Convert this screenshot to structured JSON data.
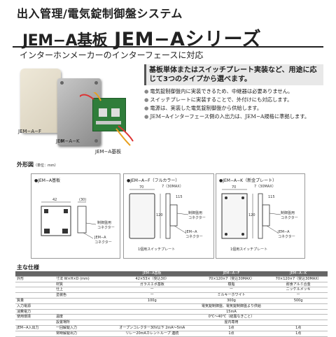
{
  "header": {
    "title": "出入管理/電気錠制御盤システム",
    "model": "JEM−A基板",
    "series": "JEM−Aシリーズ",
    "subtitle": "インターホンメーカーのインターフェースに対応"
  },
  "photo_labels": {
    "jemaf": "JEM−A−F",
    "jemak": "JEM−A−K",
    "board": "JEM−A基板"
  },
  "intro": {
    "headline": "基板単体またはスイッチプレート実装など、用途に応じて3つのタイプから選べます。",
    "bullets": [
      "電気錠制御盤内に実装できるため、中継器は必要ありません。",
      "スイッチプレートに実装することで、外付けにも対応します。",
      "電源は、実装した電気錠制御盤から供給します。",
      "JEM−Aインターフェース側の入出力は、JEM−A規格に準拠します。"
    ]
  },
  "outline": {
    "title": "外形図",
    "unit": "（単位：mm）",
    "d1": {
      "title": "●JEM−A基板",
      "w": "42",
      "d": "(30)",
      "c1": "制御盤用\nコネクター",
      "c2": "JEM−A\nコネクター"
    },
    "d2": {
      "title": "●JEM−A−F（フルカラー）",
      "w": "70",
      "h": "120",
      "t": "7（30MAX）",
      "s": "115",
      "c1": "制御盤用\nコネクター",
      "c2": "JEM−A\nコネクター",
      "plate": "1個用スイッチプレート"
    },
    "d3": {
      "title": "●JEM−A−K（新金プレート）",
      "w": "70",
      "h": "120",
      "t": "7（30MAX）",
      "s": "115",
      "c1": "制御盤用\nコネクター",
      "c2": "JEM−A\nコネクター",
      "plate": "1個用スイッチプレート"
    }
  },
  "spec": {
    "title": "主な仕様",
    "head": [
      "",
      "",
      "JEM−A基板",
      "JEM−A−F",
      "JEM−A−K"
    ],
    "rows": [
      [
        "外形",
        "寸法 W×H×D (mm)",
        "42×53×（突込30）",
        "70×120×7（突込30MAX）",
        "70×120×7（突込30MAX）"
      ],
      [
        "",
        "材質",
        "ガラスエポ基板",
        "樹脂",
        "耐食アルミ合金"
      ],
      [
        "",
        "仕上",
        "ー",
        "ー",
        "ニッケルメッキ"
      ],
      [
        "",
        "塗装色",
        "ー",
        "ミルキーホワイト",
        "ー"
      ],
      [
        "質量",
        "",
        "100g",
        "300g",
        "500g"
      ],
      [
        "入力電源",
        "",
        "",
        "電気錠制御盤、電気錠制御盤より供給",
        ""
      ],
      [
        "消費電力",
        "",
        "",
        "15mA",
        ""
      ],
      [
        "使用環境",
        "温度",
        "",
        "0℃〜40℃（結露なきこと）",
        ""
      ],
      [
        "",
        "設置場所",
        "",
        "屋内専用",
        ""
      ],
      [
        "JEM−A入出力",
        "一回解錠入力",
        "オープンコレクター30V以下 2mA〜5mA",
        "1点",
        "1点"
      ],
      [
        "",
        "常時解錠出力",
        "リレー20mAカレントループ 連続",
        "1点",
        "1点"
      ]
    ]
  }
}
